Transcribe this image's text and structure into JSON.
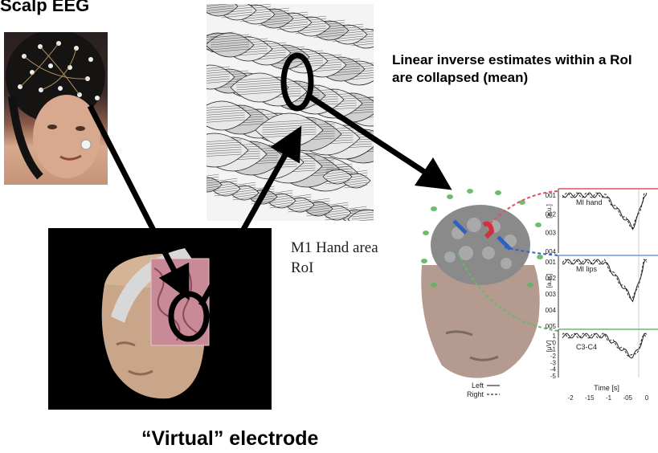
{
  "title_left": "Scalp EEG",
  "note": "Linear inverse estimates within a RoI are collapsed (mean)",
  "roi_line1": "M1 Hand area",
  "roi_line2": "RoI",
  "caption": "“Virtual” electrode",
  "plots": {
    "panel1": {
      "label": "MI hand",
      "unit": "[a.u.]",
      "ticks": [
        "001",
        "002",
        "003",
        "004"
      ]
    },
    "panel2": {
      "label": "MI lips",
      "unit": "[a.u.]",
      "ticks": [
        "001",
        "002",
        "003",
        "004",
        "005"
      ]
    },
    "panel3": {
      "label": "C3-C4",
      "unit": "[μV]",
      "ticks": [
        "1",
        "0",
        "-1",
        "-2",
        "-3",
        "-4",
        "-5"
      ]
    },
    "xlabel": "Time [s]",
    "xticks": [
      "-2",
      "-15",
      "-1",
      "-05",
      "0"
    ],
    "legend": {
      "left": "Left",
      "right": "Right"
    },
    "colors": {
      "hand": "#e05060",
      "lips": "#6a9ad8",
      "c3c4": "#6ab86a"
    }
  }
}
